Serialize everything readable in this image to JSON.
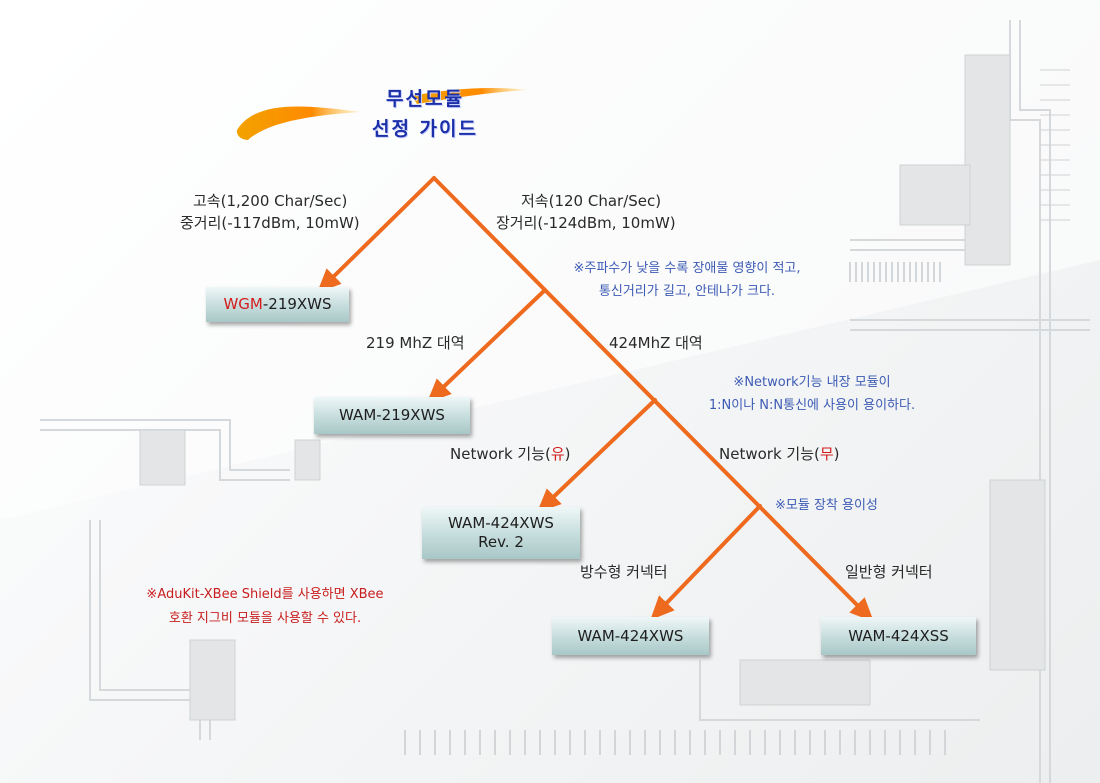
{
  "title": {
    "line1": "무선모듈",
    "line2": "선정 가이드"
  },
  "branches": {
    "high_speed": {
      "line1": "고속(1,200 Char/Sec)",
      "line2": "중거리(-117dBm, 10mW)"
    },
    "low_speed": {
      "line1": "저속(120 Char/Sec)",
      "line2": "장거리(-124dBm, 10mW)"
    },
    "band_219": "219 MhZ 대역",
    "band_424": "424MhZ 대역",
    "network_yes": {
      "prefix": "Network 기능(",
      "mark": "유",
      "suffix": ")"
    },
    "network_no": {
      "prefix": "Network 기능(",
      "mark": "무",
      "suffix": ")"
    },
    "waterproof": "방수형 커넥터",
    "normal": "일반형 커넥터"
  },
  "notes": {
    "frequency": {
      "line1": "※주파수가 낮을 수록 장애물 영향이 적고,",
      "line2": "통신거리가 길고, 안테나가 크다."
    },
    "network": {
      "line1": "※Network기능 내장 모듈이",
      "line2": "1:N이나 N:N통신에 사용이 용이하다."
    },
    "mount": "※모듈 장착 용이성",
    "adukit": {
      "line1": "※AduKit-XBee Shield를 사용하면 XBee",
      "line2": "호환 지그비 모듈을 사용할 수 있다."
    }
  },
  "modules": {
    "wgm": {
      "highlight": "WGM",
      "rest": "-219XWS"
    },
    "wam219": "WAM-219XWS",
    "wam424rev": {
      "line1": "WAM-424XWS",
      "line2": "Rev. 2"
    },
    "wam424xws": "WAM-424XWS",
    "wam424xss": "WAM-424XSS"
  },
  "colors": {
    "arrow": "#ed6a1e",
    "title": "#1a2fa8",
    "note_blue": "#3d5bb5",
    "note_red": "#c81e1e",
    "module_highlight": "#d41c1c",
    "box": "#b9d3d3"
  }
}
